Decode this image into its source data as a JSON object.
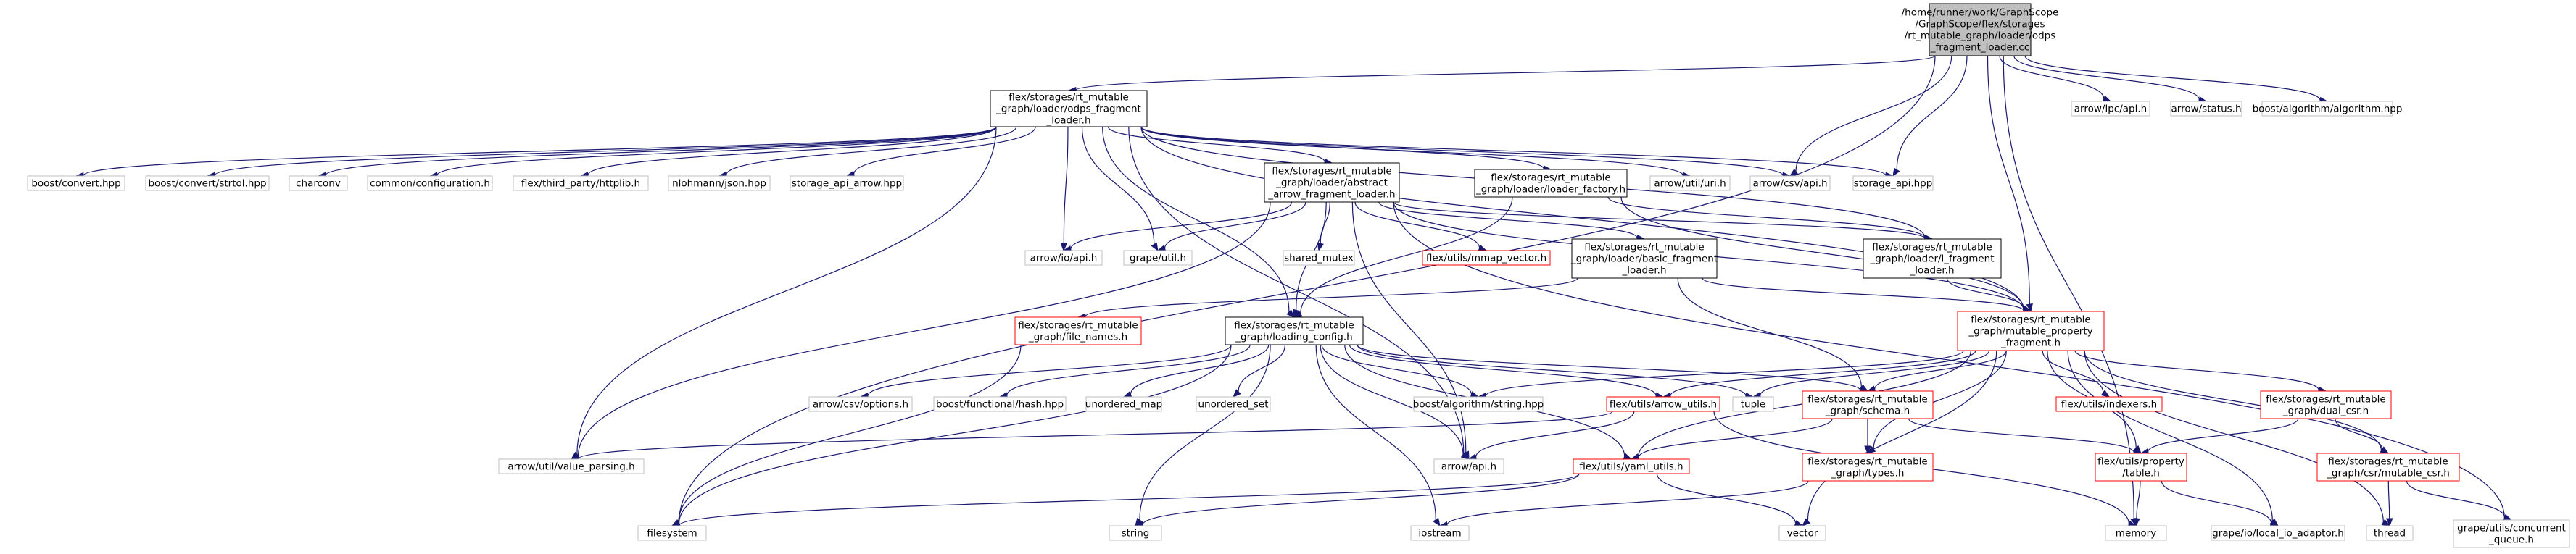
{
  "diagram": {
    "nodes": [
      {
        "id": "root",
        "lines": [
          "/home/runner/work/GraphScope",
          "/GraphScope/flex/storages",
          "/rt_mutable_graph/loader/odps",
          "_fragment_loader.cc"
        ],
        "style": "root"
      },
      {
        "id": "odps_h",
        "lines": [
          "flex/storages/rt_mutable",
          "_graph/loader/odps_fragment",
          "_loader.h"
        ],
        "style": "dark"
      },
      {
        "id": "arrow_ipc",
        "lines": [
          "arrow/ipc/api.h"
        ],
        "style": "gray"
      },
      {
        "id": "arrow_status",
        "lines": [
          "arrow/status.h"
        ],
        "style": "gray"
      },
      {
        "id": "boost_algo",
        "lines": [
          "boost/algorithm/algorithm.hpp"
        ],
        "style": "gray"
      },
      {
        "id": "boost_convert",
        "lines": [
          "boost/convert.hpp"
        ],
        "style": "gray"
      },
      {
        "id": "boost_strtol",
        "lines": [
          "boost/convert/strtol.hpp"
        ],
        "style": "gray"
      },
      {
        "id": "charconv",
        "lines": [
          "charconv"
        ],
        "style": "gray"
      },
      {
        "id": "common_config",
        "lines": [
          "common/configuration.h"
        ],
        "style": "gray"
      },
      {
        "id": "httplib",
        "lines": [
          "flex/third_party/httplib.h"
        ],
        "style": "gray"
      },
      {
        "id": "nlohmann",
        "lines": [
          "nlohmann/json.hpp"
        ],
        "style": "gray"
      },
      {
        "id": "storage_api_arrow",
        "lines": [
          "storage_api_arrow.hpp"
        ],
        "style": "gray"
      },
      {
        "id": "abstract_arrow",
        "lines": [
          "flex/storages/rt_mutable",
          "_graph/loader/abstract",
          "_arrow_fragment_loader.h"
        ],
        "style": "dark"
      },
      {
        "id": "loader_factory",
        "lines": [
          "flex/storages/rt_mutable",
          "_graph/loader/loader_factory.h"
        ],
        "style": "dark"
      },
      {
        "id": "arrow_util_uri",
        "lines": [
          "arrow/util/uri.h"
        ],
        "style": "gray"
      },
      {
        "id": "arrow_csv_api",
        "lines": [
          "arrow/csv/api.h"
        ],
        "style": "gray"
      },
      {
        "id": "storage_api",
        "lines": [
          "storage_api.hpp"
        ],
        "style": "gray"
      },
      {
        "id": "arrow_io_api",
        "lines": [
          "arrow/io/api.h"
        ],
        "style": "gray"
      },
      {
        "id": "grape_util",
        "lines": [
          "grape/util.h"
        ],
        "style": "gray"
      },
      {
        "id": "shared_mutex",
        "lines": [
          "shared_mutex"
        ],
        "style": "gray"
      },
      {
        "id": "mmap_vector",
        "lines": [
          "flex/utils/mmap_vector.h"
        ],
        "style": "red"
      },
      {
        "id": "basic_fragment",
        "lines": [
          "flex/storages/rt_mutable",
          "_graph/loader/basic_fragment",
          "_loader.h"
        ],
        "style": "dark"
      },
      {
        "id": "i_fragment",
        "lines": [
          "flex/storages/rt_mutable",
          "_graph/loader/i_fragment",
          "_loader.h"
        ],
        "style": "dark"
      },
      {
        "id": "file_names",
        "lines": [
          "flex/storages/rt_mutable",
          "_graph/file_names.h"
        ],
        "style": "red"
      },
      {
        "id": "loading_config",
        "lines": [
          "flex/storages/rt_mutable",
          "_graph/loading_config.h"
        ],
        "style": "dark"
      },
      {
        "id": "mutable_property",
        "lines": [
          "flex/storages/rt_mutable",
          "_graph/mutable_property",
          "_fragment.h"
        ],
        "style": "red"
      },
      {
        "id": "arrow_csv_options",
        "lines": [
          "arrow/csv/options.h"
        ],
        "style": "gray"
      },
      {
        "id": "boost_hash",
        "lines": [
          "boost/functional/hash.hpp"
        ],
        "style": "gray"
      },
      {
        "id": "unordered_map",
        "lines": [
          "unordered_map"
        ],
        "style": "gray"
      },
      {
        "id": "unordered_set",
        "lines": [
          "unordered_set"
        ],
        "style": "gray"
      },
      {
        "id": "boost_string",
        "lines": [
          "boost/algorithm/string.hpp"
        ],
        "style": "gray"
      },
      {
        "id": "arrow_utils",
        "lines": [
          "flex/utils/arrow_utils.h"
        ],
        "style": "red"
      },
      {
        "id": "tuple",
        "lines": [
          "tuple"
        ],
        "style": "gray"
      },
      {
        "id": "schema",
        "lines": [
          "flex/storages/rt_mutable",
          "_graph/schema.h"
        ],
        "style": "red"
      },
      {
        "id": "indexers",
        "lines": [
          "flex/utils/indexers.h"
        ],
        "style": "red"
      },
      {
        "id": "dual_csr",
        "lines": [
          "flex/storages/rt_mutable",
          "_graph/dual_csr.h"
        ],
        "style": "red"
      },
      {
        "id": "value_parsing",
        "lines": [
          "arrow/util/value_parsing.h"
        ],
        "style": "gray"
      },
      {
        "id": "arrow_api",
        "lines": [
          "arrow/api.h"
        ],
        "style": "gray"
      },
      {
        "id": "yaml_utils",
        "lines": [
          "flex/utils/yaml_utils.h"
        ],
        "style": "red"
      },
      {
        "id": "types",
        "lines": [
          "flex/storages/rt_mutable",
          "_graph/types.h"
        ],
        "style": "red"
      },
      {
        "id": "property_table",
        "lines": [
          "flex/utils/property",
          "/table.h"
        ],
        "style": "red"
      },
      {
        "id": "mutable_csr",
        "lines": [
          "flex/storages/rt_mutable",
          "_graph/csr/mutable_csr.h"
        ],
        "style": "red"
      },
      {
        "id": "filesystem",
        "lines": [
          "filesystem"
        ],
        "style": "gray"
      },
      {
        "id": "string",
        "lines": [
          "string"
        ],
        "style": "gray"
      },
      {
        "id": "iostream",
        "lines": [
          "iostream"
        ],
        "style": "gray"
      },
      {
        "id": "vector",
        "lines": [
          "vector"
        ],
        "style": "gray"
      },
      {
        "id": "memory",
        "lines": [
          "memory"
        ],
        "style": "gray"
      },
      {
        "id": "local_io",
        "lines": [
          "grape/io/local_io_adaptor.h"
        ],
        "style": "gray"
      },
      {
        "id": "thread",
        "lines": [
          "thread"
        ],
        "style": "gray"
      },
      {
        "id": "concurrent_queue",
        "lines": [
          "grape/utils/concurrent",
          "_queue.h"
        ],
        "style": "gray"
      }
    ],
    "edges": [
      [
        "root",
        "odps_h"
      ],
      [
        "root",
        "arrow_ipc"
      ],
      [
        "root",
        "arrow_status"
      ],
      [
        "root",
        "boost_algo"
      ],
      [
        "root",
        "arrow_csv_api"
      ],
      [
        "root",
        "storage_api"
      ],
      [
        "root",
        "filesystem"
      ],
      [
        "root",
        "mutable_property"
      ],
      [
        "root",
        "memory"
      ],
      [
        "odps_h",
        "boost_convert"
      ],
      [
        "odps_h",
        "boost_strtol"
      ],
      [
        "odps_h",
        "charconv"
      ],
      [
        "odps_h",
        "common_config"
      ],
      [
        "odps_h",
        "httplib"
      ],
      [
        "odps_h",
        "nlohmann"
      ],
      [
        "odps_h",
        "storage_api_arrow"
      ],
      [
        "odps_h",
        "abstract_arrow"
      ],
      [
        "odps_h",
        "loader_factory"
      ],
      [
        "odps_h",
        "arrow_util_uri"
      ],
      [
        "odps_h",
        "arrow_csv_api"
      ],
      [
        "odps_h",
        "storage_api"
      ],
      [
        "odps_h",
        "arrow_io_api"
      ],
      [
        "odps_h",
        "grape_util"
      ],
      [
        "odps_h",
        "value_parsing"
      ],
      [
        "odps_h",
        "arrow_api"
      ],
      [
        "odps_h",
        "loading_config"
      ],
      [
        "odps_h",
        "i_fragment"
      ],
      [
        "odps_h",
        "mutable_property"
      ],
      [
        "abstract_arrow",
        "arrow_io_api"
      ],
      [
        "abstract_arrow",
        "grape_util"
      ],
      [
        "abstract_arrow",
        "shared_mutex"
      ],
      [
        "abstract_arrow",
        "mmap_vector"
      ],
      [
        "abstract_arrow",
        "basic_fragment"
      ],
      [
        "abstract_arrow",
        "i_fragment"
      ],
      [
        "abstract_arrow",
        "loading_config"
      ],
      [
        "abstract_arrow",
        "mutable_property"
      ],
      [
        "abstract_arrow",
        "value_parsing"
      ],
      [
        "abstract_arrow",
        "arrow_api"
      ],
      [
        "abstract_arrow",
        "concurrent_queue"
      ],
      [
        "loader_factory",
        "i_fragment"
      ],
      [
        "loader_factory",
        "loading_config"
      ],
      [
        "loader_factory",
        "mutable_property"
      ],
      [
        "basic_fragment",
        "file_names"
      ],
      [
        "basic_fragment",
        "mutable_property"
      ],
      [
        "basic_fragment",
        "schema"
      ],
      [
        "i_fragment",
        "mutable_property"
      ],
      [
        "file_names",
        "filesystem"
      ],
      [
        "loading_config",
        "arrow_csv_options"
      ],
      [
        "loading_config",
        "boost_hash"
      ],
      [
        "loading_config",
        "unordered_map"
      ],
      [
        "loading_config",
        "unordered_set"
      ],
      [
        "loading_config",
        "boost_string"
      ],
      [
        "loading_config",
        "arrow_utils"
      ],
      [
        "loading_config",
        "tuple"
      ],
      [
        "loading_config",
        "schema"
      ],
      [
        "loading_config",
        "filesystem"
      ],
      [
        "loading_config",
        "string"
      ],
      [
        "loading_config",
        "iostream"
      ],
      [
        "loading_config",
        "arrow_api"
      ],
      [
        "loading_config",
        "yaml_utils"
      ],
      [
        "mutable_property",
        "tuple"
      ],
      [
        "mutable_property",
        "arrow_utils"
      ],
      [
        "mutable_property",
        "schema"
      ],
      [
        "mutable_property",
        "indexers"
      ],
      [
        "mutable_property",
        "dual_csr"
      ],
      [
        "mutable_property",
        "types"
      ],
      [
        "mutable_property",
        "property_table"
      ],
      [
        "mutable_property",
        "mutable_csr"
      ],
      [
        "mutable_property",
        "yaml_utils"
      ],
      [
        "mutable_property",
        "vector"
      ],
      [
        "mutable_property",
        "local_io"
      ],
      [
        "mutable_property",
        "thread"
      ],
      [
        "mutable_property",
        "boost_string"
      ],
      [
        "arrow_utils",
        "value_parsing"
      ],
      [
        "arrow_utils",
        "arrow_api"
      ],
      [
        "arrow_utils",
        "memory"
      ],
      [
        "schema",
        "yaml_utils"
      ],
      [
        "schema",
        "types"
      ],
      [
        "schema",
        "property_table"
      ],
      [
        "dual_csr",
        "mutable_csr"
      ],
      [
        "dual_csr",
        "property_table"
      ],
      [
        "yaml_utils",
        "filesystem"
      ],
      [
        "yaml_utils",
        "string"
      ],
      [
        "yaml_utils",
        "vector"
      ],
      [
        "types",
        "iostream"
      ],
      [
        "property_table",
        "memory"
      ],
      [
        "property_table",
        "local_io"
      ],
      [
        "mutable_csr",
        "thread"
      ],
      [
        "mutable_csr",
        "concurrent_queue"
      ]
    ]
  },
  "colors": {
    "edge": "#191970",
    "gray_border": "#bfbfbf",
    "dark_border": "#000000",
    "red_border": "#ff0000",
    "root_fill": "#bfbfbf",
    "text": "#000000"
  }
}
